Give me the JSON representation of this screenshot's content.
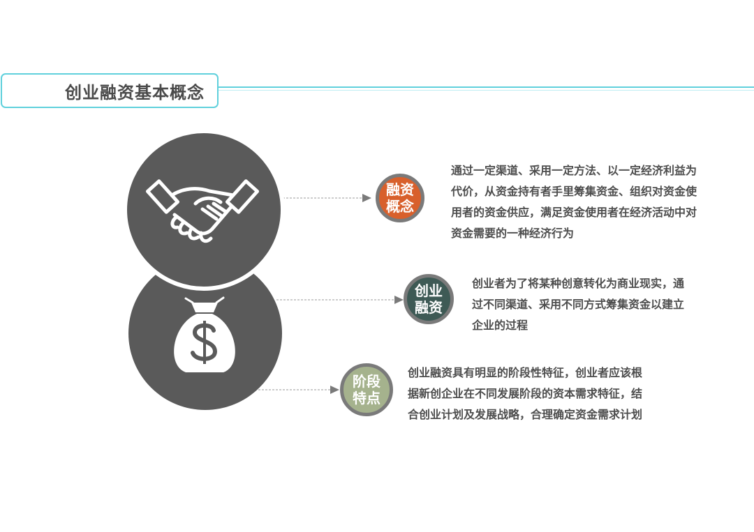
{
  "header": {
    "title": "创业融资基本概念"
  },
  "icons": {
    "top": "handshake-icon",
    "bottom": "money-bag-icon"
  },
  "colors": {
    "accent_line": "#5fd0dc",
    "circle_fill": "#5a5a5a",
    "badge_ring": "#7a7a7a",
    "badge_financing": "#d8602c",
    "badge_startup": "#3e5a55",
    "badge_stage": "#a5b28d"
  },
  "items": [
    {
      "badge": "融资\n概念",
      "lines": [
        "通过一定渠道、采用一定方法、以一定经济利益为",
        "代价，从资金持有者手里筹集资金、组织对资金使",
        "用者的资金供应，满足资金使用者在经济活动中对",
        "资金需要的一种经济行为"
      ]
    },
    {
      "badge": "创业\n融资",
      "lines": [
        "创业者为了将某种创意转化为商业现实，通",
        "过不同渠道、采用不同方式筹集资金以建立",
        "企业的过程"
      ]
    },
    {
      "badge": "阶段\n特点",
      "lines": [
        "创业融资具有明显的阶段性特征，创业者应该根",
        "据新创企业在不同发展阶段的资本需求特征，结",
        "合创业计划及发展战略，合理确定资金需求计划"
      ]
    }
  ]
}
